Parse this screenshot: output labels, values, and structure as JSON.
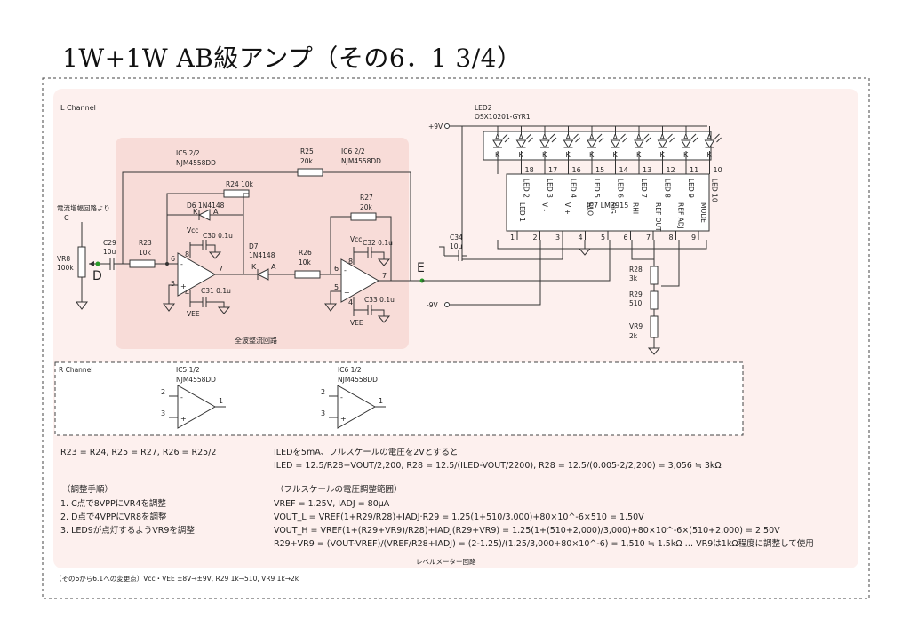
{
  "title": "1W+1W AB級アンプ（その6．1 3/4）",
  "labels": {
    "l_channel": "L Channel",
    "r_channel": "R Channel",
    "input_from": "電流増幅回路より",
    "node_c": "C",
    "node_d": "D",
    "node_e": "E",
    "vr8": "VR8",
    "vr8_val": "100k",
    "c29": "C29",
    "c29_val": "10u",
    "r23": "R23",
    "r23_val": "10k",
    "r24": "R24 10k",
    "d6": "D6 1N4148",
    "d7": "D7",
    "d7_part": "1N4148",
    "r25": "R25",
    "r25_val": "20k",
    "r26": "R26",
    "r26_val": "10k",
    "r27": "R27",
    "r27_val": "20k",
    "ic5": "IC5 2/2",
    "ic6": "IC6 2/2",
    "njm": "NJM4558DD",
    "vcc": "Vcc",
    "vee": "VEE",
    "c30": "C30 0.1u",
    "c31": "C31 0.1u",
    "c32": "C32 0.1u",
    "c33": "C33 0.1u",
    "rectifier": "全波整流回路",
    "led2": "LED2",
    "led2_part": "OSX10201-GYR1",
    "plus9v": "+9V",
    "minus9v": "-9V",
    "ic7": "IC7 LM3915",
    "c34": "C34",
    "c34_val": "10u",
    "r28": "R28",
    "r28_val": "3k",
    "r29": "R29",
    "r29_val": "510",
    "vr9": "VR9",
    "vr9_val": "2k",
    "ic5r": "IC5 1/2",
    "ic6r": "IC6 1/2",
    "level_meter": "レベルメーター回路",
    "pin_a": "A",
    "pin_k": "K",
    "pin_minus": "-",
    "pin_plus": "+"
  },
  "led_pins": [
    "18",
    "17",
    "16",
    "15",
    "14",
    "13",
    "12",
    "11",
    "10"
  ],
  "ic7_top_pins": [
    "LED 2",
    "LED 3",
    "LED 4",
    "LED 5",
    "LED 6",
    "LED 7",
    "LED 8",
    "LED 9",
    "LED 10"
  ],
  "ic7_bottom_names": [
    "LED 1",
    "V -",
    "V +",
    "RLO",
    "SIG",
    "RHI",
    "REF OUT",
    "REF ADJ",
    "MODE"
  ],
  "ic7_bottom_nums": [
    "1",
    "2",
    "3",
    "4",
    "5",
    "6",
    "7",
    "8",
    "9"
  ],
  "opamp_pins": {
    "ic5": [
      "6",
      "5",
      "7",
      "8",
      "4"
    ],
    "ic6": [
      "6",
      "5",
      "7",
      "8",
      "4"
    ],
    "ic5r": [
      "2",
      "3",
      "1"
    ],
    "ic6r": [
      "2",
      "3",
      "1"
    ]
  },
  "notes": {
    "ratio": "R23 = R24, R25 = R27, R26 = R25/2",
    "procedure_head": "（調整手順）",
    "steps": [
      "1. C点で8VPPにVR4を調整",
      "2. D点で4VPPにVR8を調整",
      "3. LED9が点灯するようVR9を調整"
    ],
    "iled_line1": "ILEDを5mA、フルスケールの電圧を2Vとすると",
    "iled_line2": "ILED = 12.5/R28+VOUT/2,200, R28 = 12.5/(ILED-VOUT/2200), R28 = 12.5/(0.005-2/2,200) = 3,056 ≒ 3kΩ",
    "range_head": "（フルスケールの電圧調整範囲）",
    "range_lines": [
      "VREF = 1.25V, IADJ = 80μA",
      "VOUT_L = VREF(1+R29/R28)+IADJ·R29 = 1.25(1+510/3,000)+80×10^-6×510 = 1.50V",
      "VOUT_H = VREF(1+(R29+VR9)/R28)+IADJ(R29+VR9) = 1.25(1+(510+2,000)/3,000)+80×10^-6×(510+2,000) = 2.50V",
      "R29+VR9 = (VOUT-VREF)/(VREF/R28+IADJ) = (2-1.25)/(1.25/3,000+80×10^-6) = 1,510 ≒ 1.5kΩ … VR9は1kΩ程度に調整して使用"
    ],
    "footer": "（その6から6.1への変更点）Vcc・VEE ±8V→±9V, R29 1k→510, VR9 1k→2k"
  },
  "colors": {
    "panel": "#fdf0ee",
    "rectifier_box": "#f8dcd8",
    "pin_red": "#cc2222",
    "node_green": "#2a9a2a",
    "wire": "#333333"
  }
}
